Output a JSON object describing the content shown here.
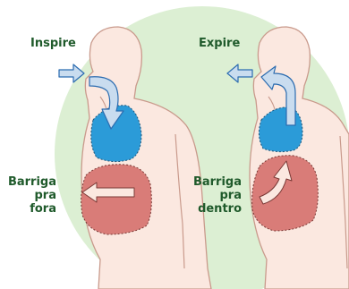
{
  "labels": {
    "inspire": "Inspire",
    "expire": "Expire",
    "belly_out": [
      "Barriga",
      "pra",
      "fora"
    ],
    "belly_in": [
      "Barriga",
      "pra",
      "dentro"
    ]
  },
  "colors": {
    "background_circle": "#dcefd3",
    "body_outline": "#c99a8c",
    "skin": "#fbe8e0",
    "lung": "#2b9bd8",
    "stomach": "#d97c78",
    "arrow": "#c9dcef",
    "label_text": "#1f5a2b"
  },
  "icons": [
    "arrow-in-icon",
    "arrow-out-icon",
    "airflow-down-icon",
    "airflow-up-icon",
    "belly-arrow-left-icon",
    "belly-arrow-up-icon"
  ]
}
